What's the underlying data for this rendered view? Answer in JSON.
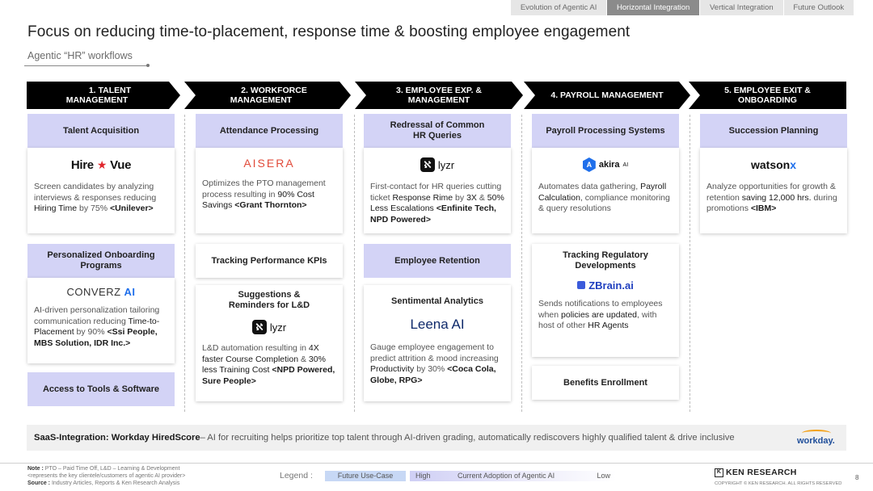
{
  "tabs": [
    {
      "label": "Evolution of Agentic AI",
      "active": false
    },
    {
      "label": "Horizontal Integration",
      "active": true
    },
    {
      "label": "Vertical Integration",
      "active": false
    },
    {
      "label": "Future Outlook",
      "active": false
    }
  ],
  "title": "Focus on reducing time-to-placement, response time & boosting employee engagement",
  "subtitle": "Agentic “HR” workflows",
  "stages": [
    {
      "l1": "1. TALENT MANAGEMENT",
      "l2": ""
    },
    {
      "l1": "2. WORKFORCE MANAGEMENT",
      "l2": ""
    },
    {
      "l1": "3. EMPLOYEE EXP. &",
      "l2": "MANAGEMENT"
    },
    {
      "l1": "4. PAYROLL MANAGEMENT",
      "l2": ""
    },
    {
      "l1": "5. EMPLOYEE EXIT &",
      "l2": "ONBOARDING"
    }
  ],
  "cards": {
    "talent_acq": {
      "head1": "Talent Acquisition",
      "head2": "",
      "logo": "Hire",
      "logo2": "Vue",
      "d1": "Screen candidates by analyzing interviews & responses reducing ",
      "e1": "Hiring Time",
      "d2": " by 75% ",
      "b1": "<Unilever>"
    },
    "onboarding": {
      "head1": "Personalized Onboarding",
      "head2": "Programs",
      "logo": "CONVERZ",
      "logo2": "AI",
      "d1": "AI-driven personalization tailoring communication reducing ",
      "e1": "Time-to-Placement",
      "d2": " by 90% ",
      "b1": "<Ssi People, MBS Solution, IDR Inc.>"
    },
    "access_tools": {
      "head1": "Access to Tools & Software"
    },
    "attendance": {
      "head1": "Attendance Processing",
      "logo": "AISERA",
      "d1": "Optimizes the PTO management process resulting in ",
      "e1": "90% Cost Savings",
      "d2": " ",
      "b1": "<Grant Thornton>"
    },
    "perf_kpis": {
      "head1": "Tracking Performance KPIs"
    },
    "suggestions": {
      "head1": "Suggestions &",
      "head2": "Reminders for L&D",
      "logo": "lyzr",
      "d1": "L&D automation resulting in ",
      "e1": "4X faster Course Completion",
      "d2": " & ",
      "e2": "30% less Training Cost",
      "d3": " ",
      "b1": "<NPD Powered, Sure People>"
    },
    "redressal": {
      "head1": "Redressal of Common",
      "head2": "HR Queries",
      "logo": "lyzr",
      "d1": "First-contact for HR queries cutting ticket ",
      "e1": "Response Rime",
      "d2": " by ",
      "e2": "3X",
      "d3": " & ",
      "e3": "50% Less Escalations",
      "d4": " ",
      "b1": "<Enfinite Tech, NPD Powered>"
    },
    "retention": {
      "head1": "Employee Retention"
    },
    "sentiment": {
      "head1": "Sentimental Analytics",
      "logo": "Leena AI",
      "d1": "Gauge employee engagement to  predict attrition & mood increasing ",
      "e1": "Productivity",
      "d2": " by 30% ",
      "b1": "<Coca Cola, Globe, RPG>"
    },
    "payroll": {
      "head1": "Payroll Processing Systems",
      "logo": "akira",
      "logo_sup": "AI",
      "d1": "Automates data gathering, ",
      "e1": "Payroll Calculation",
      "d2": ", compliance monitoring & query resolutions"
    },
    "regulatory": {
      "head1": "Tracking Regulatory",
      "head2": "Developments",
      "logo": "ZBrain.ai",
      "d1": "Sends notifications to employees when ",
      "e1": "policies are updated",
      "d2": ", with host of other ",
      "e2": "HR Agents",
      "d3": ""
    },
    "benefits": {
      "head1": "Benefits Enrollment"
    },
    "succession": {
      "head1": "Succession Planning",
      "logo": "watson",
      "logo2": "x",
      "d1": "Analyze opportunities for growth & retention ",
      "e1": "saving 12,000 hrs.",
      "d2": " during promotions ",
      "b1": "<IBM>"
    }
  },
  "saas": {
    "bold": "SaaS-Integration: Workday HiredScore",
    "rest": " – AI for recruiting helps prioritize top talent through AI-driven grading, automatically rediscovers highly qualified talent & drive inclusive",
    "logo": "workday."
  },
  "note": {
    "label": "Note :",
    "text": "PTO – Paid Time Off, L&D – Learning & Development",
    "subtext": "<represents the key clientele/customers of agentic AI provider>",
    "source_label": "Source :",
    "source": "Industry Articles, Reports & Ken Research Analysis"
  },
  "legend": {
    "label": "Legend :",
    "future": "Future Use-Case",
    "high": "High",
    "current": "Current Adoption of Agentic AI",
    "low": "Low"
  },
  "brand": {
    "name": "KEN RESEARCH",
    "copyright": "COPYRIGHT © KEN RESEARCH. ALL RIGHTS RESERVED"
  },
  "page_number": "8",
  "colors": {
    "card_head": "#d3d3f6",
    "chevron": "#000000",
    "future": "#c7d8f5"
  }
}
